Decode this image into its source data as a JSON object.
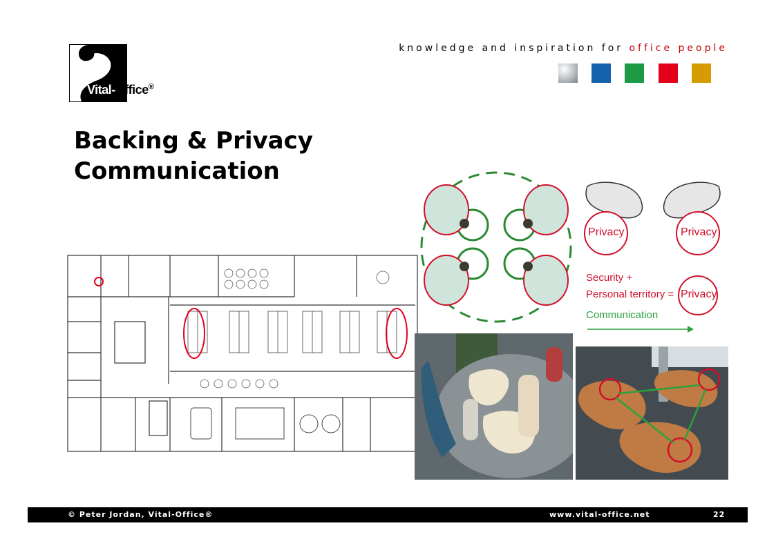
{
  "brand": {
    "logo_text_part1": "Vital-",
    "logo_text_part2": "Office",
    "logo_reg": "®",
    "tagline_prefix": "knowledge and inspiration for",
    "tagline_suffix": "office people",
    "swatch_colors": [
      "#b9bec2",
      "#1462ad",
      "#1c9a45",
      "#e2001a",
      "#d59c00"
    ]
  },
  "slide": {
    "title_line1": "Backing & Privacy",
    "title_line2": "Communication"
  },
  "privacy_panel": {
    "privacy_label_left": "Privacy",
    "privacy_label_right": "Privacy",
    "formula_line1": "Security +",
    "formula_line2": "Personal territory =",
    "formula_result": "Privacy",
    "communication_label": "Communication",
    "accent_red": "#d0102a",
    "accent_green": "#2aa33a"
  },
  "footer": {
    "copyright": "©  Peter Jordan, Vital-Office®",
    "website": "www.vital-office.net",
    "page_number": "22"
  }
}
